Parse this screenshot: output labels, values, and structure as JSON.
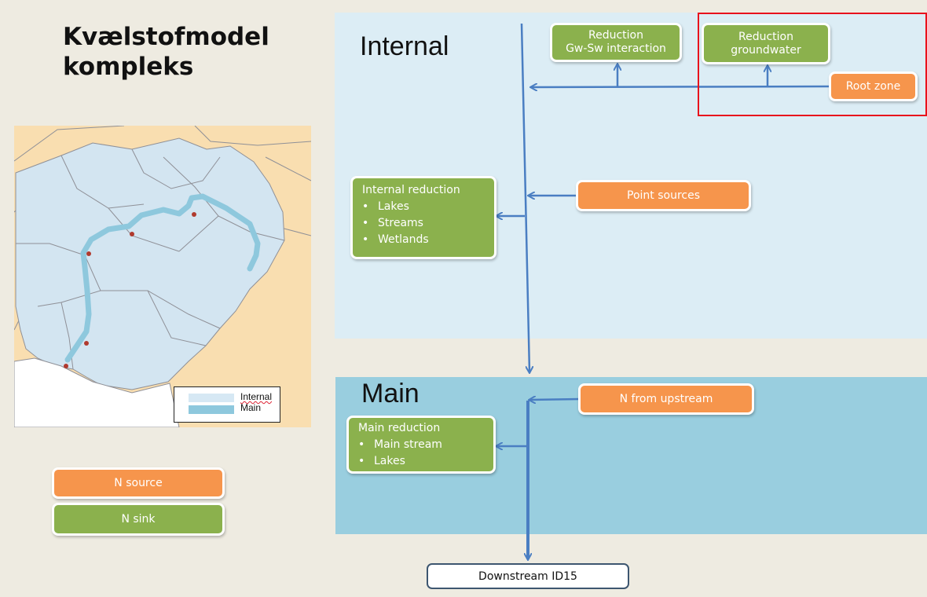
{
  "slide": {
    "title_line1": "Kvælstofmodel",
    "title_line2": "kompleks"
  },
  "map": {
    "legend": [
      {
        "label": "Internal",
        "color": "#d6e8f4"
      },
      {
        "label": "Main",
        "color": "#8ec8dd"
      }
    ]
  },
  "zones": {
    "internal": {
      "label": "Internal",
      "color": "#dcedf5"
    },
    "main": {
      "label": "Main",
      "color": "#99cedf"
    }
  },
  "boxes": {
    "gw_sw_reduction": {
      "line1": "Reduction",
      "line2": "Gw-Sw interaction"
    },
    "groundwater_reduction": {
      "line1": "Reduction",
      "line2": "groundwater"
    },
    "root_zone": "Root zone",
    "point_sources": "Point sources",
    "internal_reduction": {
      "heading": "Internal reduction",
      "items": [
        "Lakes",
        "Streams",
        "Wetlands"
      ]
    },
    "n_from_upstream": "N from upstream",
    "main_reduction": {
      "heading": "Main reduction",
      "items": [
        "Main stream",
        "Lakes"
      ]
    },
    "downstream": "Downstream ID15"
  },
  "key": {
    "source": {
      "label": "N source",
      "color": "#f6954c"
    },
    "sink": {
      "label": "N sink",
      "color": "#8bb14d"
    }
  },
  "colors": {
    "arrow": "#4a7ec2",
    "highlight": "#e8121c",
    "background": "#eeebe1"
  }
}
